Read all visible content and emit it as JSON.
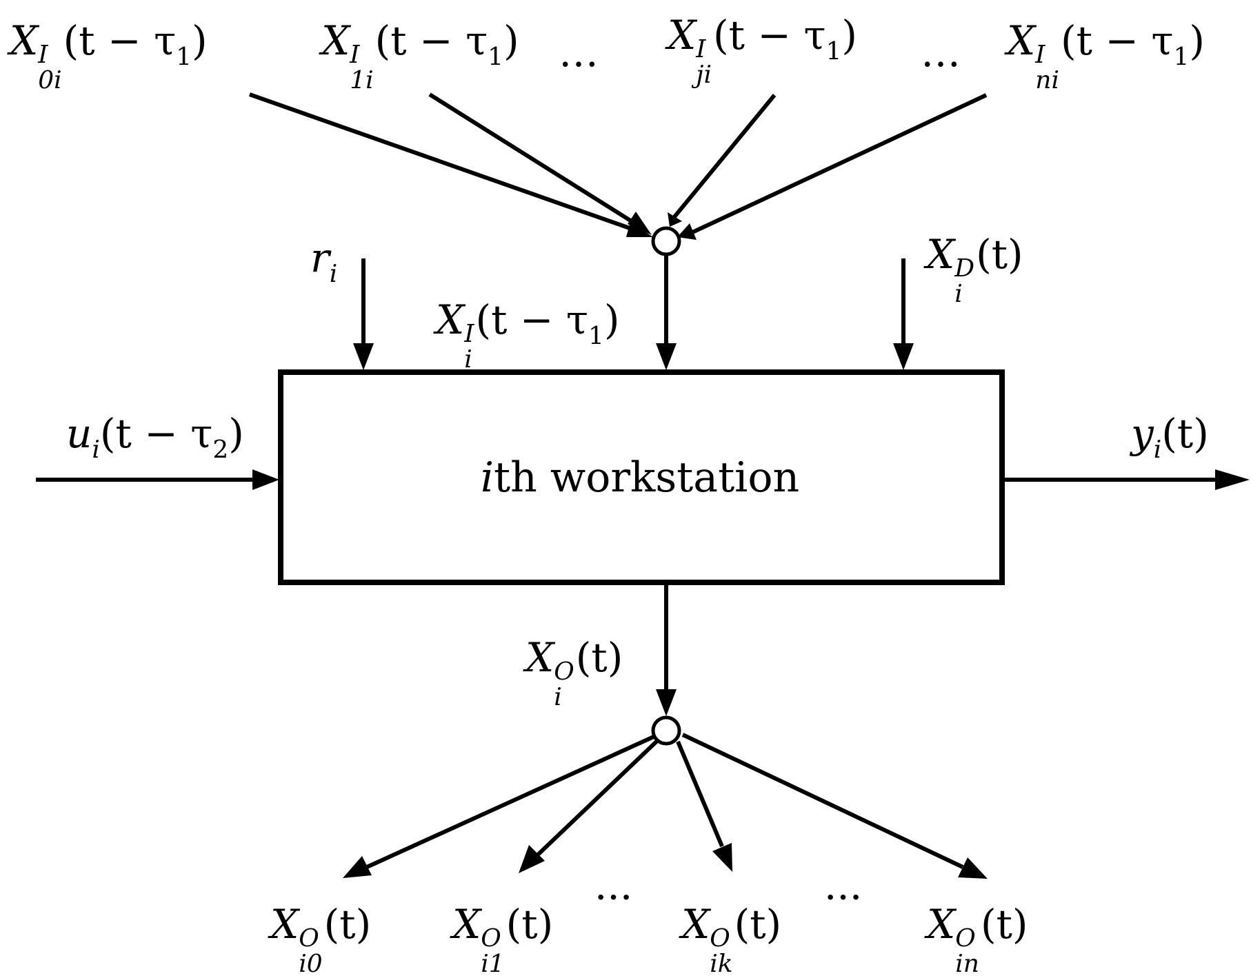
{
  "diagram": {
    "block_label": "ith workstation",
    "inputs_top": [
      {
        "base": "X",
        "sup": "I",
        "sub": "0i",
        "arg": "(t − τ",
        "arg_sub": "1",
        "close": ")"
      },
      {
        "base": "X",
        "sup": "I",
        "sub": "1i",
        "arg": "(t − τ",
        "arg_sub": "1",
        "close": ")"
      },
      {
        "base": "X",
        "sup": "I",
        "sub": "ji",
        "arg": "(t − τ",
        "arg_sub": "1",
        "close": ")"
      },
      {
        "base": "X",
        "sup": "I",
        "sub": "ni",
        "arg": "(t − τ",
        "arg_sub": "1",
        "close": ")"
      }
    ],
    "ellipsis": "…",
    "r_input": {
      "base": "r",
      "sub": "i"
    },
    "merged_input": {
      "base": "X",
      "sup": "I",
      "sub": "i",
      "arg": "(t − τ",
      "arg_sub": "1",
      "close": ")"
    },
    "disturbance": {
      "base": "X",
      "sup": "D",
      "sub": "i",
      "arg": "(t)"
    },
    "control_input": {
      "base": "u",
      "sub": "i",
      "arg": "(t − τ",
      "arg_sub": "2",
      "close": ")"
    },
    "output_y": {
      "base": "y",
      "sub": "i",
      "arg": "(t)"
    },
    "output_x": {
      "base": "X",
      "sup": "O",
      "sub": "i",
      "arg": "(t)"
    },
    "outputs_bottom": [
      {
        "base": "X",
        "sup": "O",
        "sub": "i0",
        "arg": "(t)"
      },
      {
        "base": "X",
        "sup": "O",
        "sub": "i1",
        "arg": "(t)"
      },
      {
        "base": "X",
        "sup": "O",
        "sub": "ik",
        "arg": "(t)"
      },
      {
        "base": "X",
        "sup": "O",
        "sub": "in",
        "arg": "(t)"
      }
    ],
    "ellipsis_bottom": "···"
  }
}
